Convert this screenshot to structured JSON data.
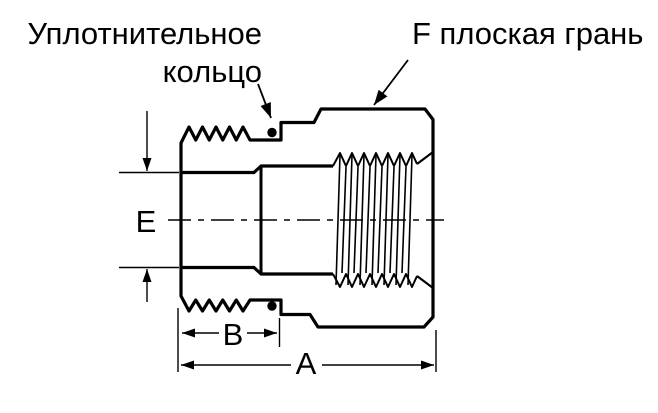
{
  "drawing": {
    "type": "technical-fitting-cross-section",
    "callouts": {
      "oring_label_line1": "Уплотнительное",
      "oring_label_line2": "кольцо",
      "flat_face_label": "F плоская грань"
    },
    "dimension_labels": {
      "diameter": "E",
      "thread_length": "B",
      "overall_length": "A"
    },
    "colors": {
      "line": "#000000",
      "background": "#ffffff",
      "oring_fill": "#000000"
    }
  }
}
